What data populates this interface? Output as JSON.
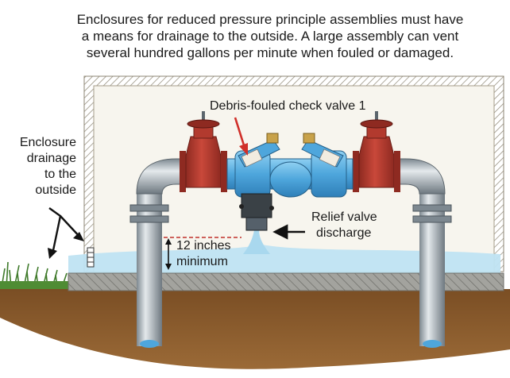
{
  "caption": {
    "line1": "Enclosures for reduced pressure principle assemblies must have",
    "line2": "a means for drainage to the outside. A large assembly can vent",
    "line3": "several hundred gallons per minute when fouled or damaged."
  },
  "labels": {
    "check_valve": "Debris-fouled check valve 1",
    "drainage_1": "Enclosure",
    "drainage_2": "drainage",
    "drainage_3": "to the",
    "drainage_4": "outside",
    "relief_1": "Relief valve",
    "relief_2": "discharge",
    "clearance_1": "12 inches",
    "clearance_2": "minimum"
  },
  "colors": {
    "enclosure_wall": "#d9d2bd",
    "enclosure_interior": "#f7f5ee",
    "pipe": "#a9b3bb",
    "gate_valve": "#b23a2e",
    "assembly_body": "#5aaee0",
    "water": "#bfe3f2",
    "soil": "#8a5a2b",
    "slab": "#9a9a96",
    "grass": "#3f7a2a",
    "red_arrow": "#d0302a"
  }
}
